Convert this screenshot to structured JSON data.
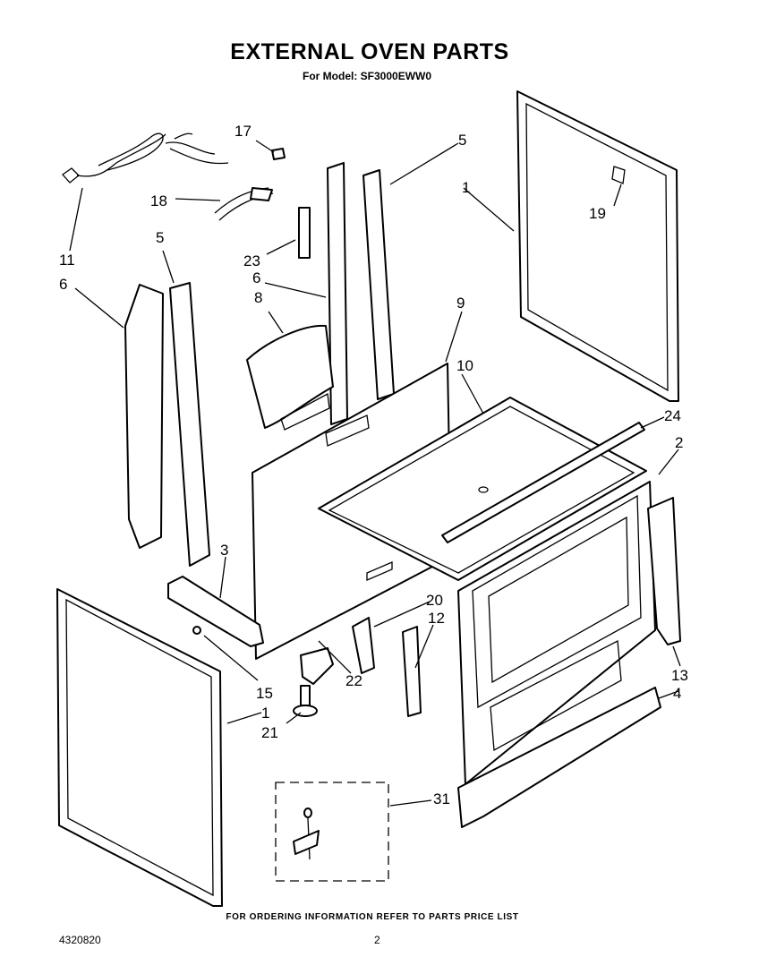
{
  "header": {
    "title": "EXTERNAL OVEN PARTS",
    "subtitle": "For Model: SF3000EWW0"
  },
  "footer": {
    "note": "FOR ORDERING INFORMATION REFER TO PARTS PRICE LIST",
    "doc_number": "4320820",
    "page_number": "2"
  },
  "callouts": {
    "c1a": "1",
    "c1b": "1",
    "c2": "2",
    "c3": "3",
    "c4": "4",
    "c5a": "5",
    "c5b": "5",
    "c6a": "6",
    "c6b": "6",
    "c8": "8",
    "c9": "9",
    "c10": "10",
    "c11": "11",
    "c12": "12",
    "c13": "13",
    "c15": "15",
    "c17": "17",
    "c18": "18",
    "c19": "19",
    "c20": "20",
    "c21": "21",
    "c22": "22",
    "c23": "23",
    "c24": "24",
    "c31": "31"
  }
}
